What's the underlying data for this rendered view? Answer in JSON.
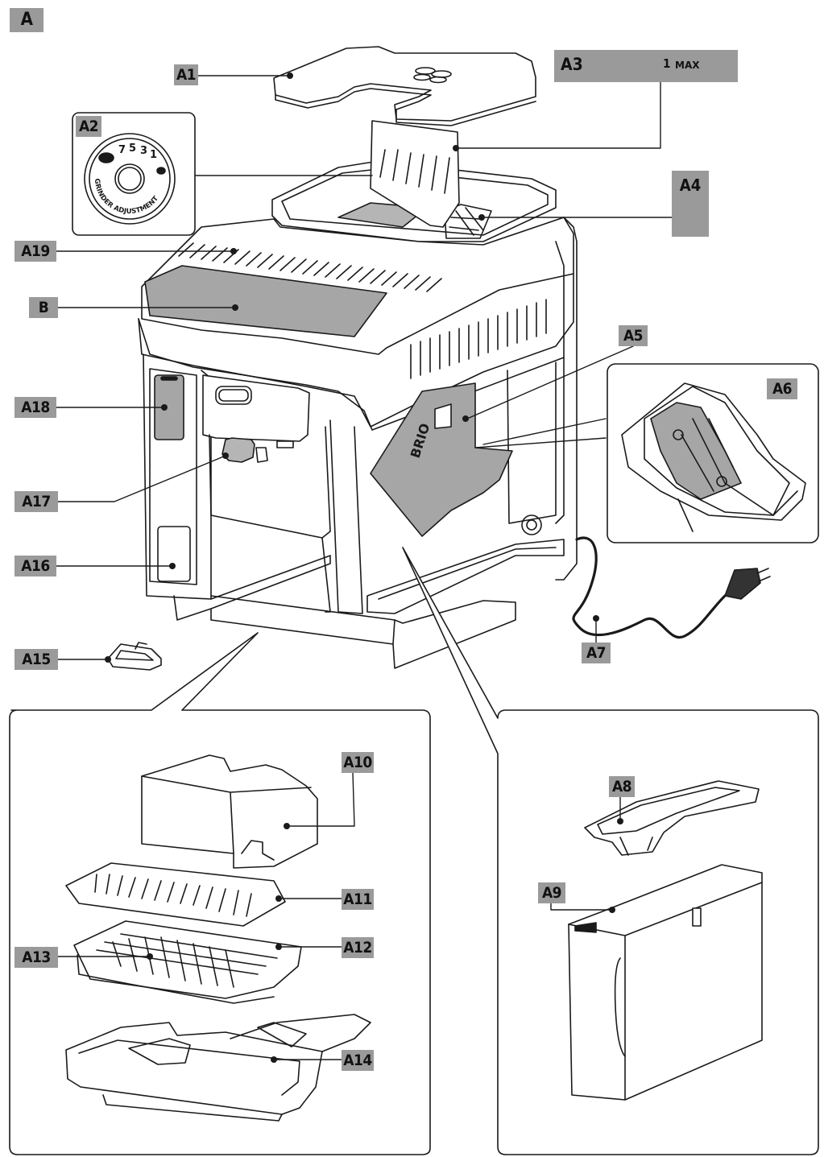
{
  "figure_label": "A",
  "labels": {
    "a1": "A1",
    "a2": "A2",
    "a3": "A3",
    "a4": "A4",
    "a5": "A5",
    "a6": "A6",
    "a7": "A7",
    "a8": "A8",
    "a9": "A9",
    "a10": "A10",
    "a11": "A11",
    "a12": "A12",
    "a13": "A13",
    "a14": "A14",
    "a15": "A15",
    "a16": "A16",
    "a17": "A17",
    "a18": "A18",
    "a19": "A19",
    "b": "B"
  },
  "a3_icons": {
    "max_text": "MAX",
    "one_text": "1"
  },
  "grinder_dial": {
    "ring_text": "GRINDER ADJUSTMENT",
    "numbers": [
      "7",
      "5",
      "3",
      "1"
    ]
  },
  "colors": {
    "label_bg": "#9a9a9a",
    "panel_gray": "#a6a6a6",
    "line": "#1a1a1a"
  }
}
